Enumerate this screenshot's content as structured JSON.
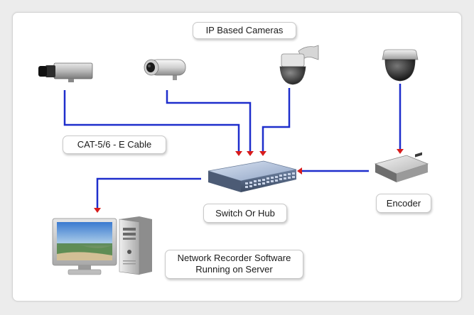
{
  "labels": {
    "cameras": "IP Based Cameras",
    "cable": "CAT-5/6 - E Cable",
    "switch": "Switch Or Hub",
    "encoder": "Encoder",
    "server_line1": "Network Recorder Software",
    "server_line2": "Running on Server"
  },
  "colors": {
    "wire": "#1e2ecc",
    "arrow": "#d81c1c",
    "background": "#ececec",
    "panel": "#ffffff"
  },
  "icons": [
    "box-camera-icon",
    "bullet-camera-icon",
    "ptz-camera-icon",
    "dome-camera-icon",
    "network-switch-icon",
    "video-encoder-icon",
    "computer-monitor-icon",
    "server-tower-icon"
  ]
}
